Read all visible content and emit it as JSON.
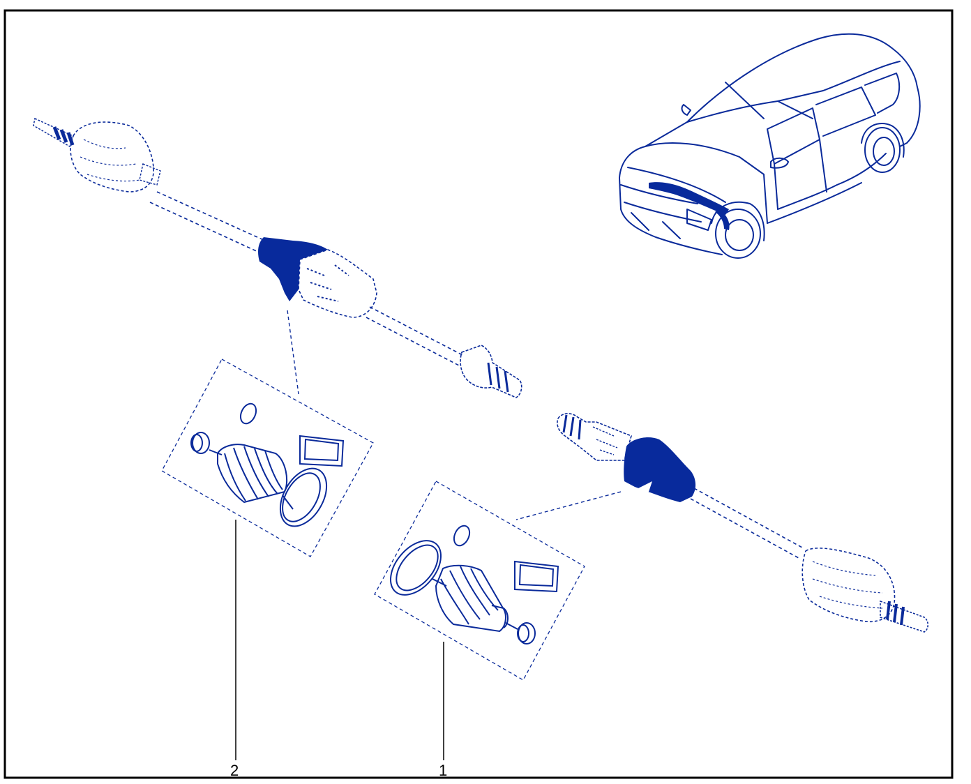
{
  "colors": {
    "ink": "#0a2a9a",
    "fill": "#082a9c",
    "frame": "#000000",
    "leader": "#000000"
  },
  "callouts": [
    {
      "id": "1",
      "label": "1"
    },
    {
      "id": "2",
      "label": "2"
    }
  ],
  "icons": [
    "car-illustration-icon",
    "drive-shaft-icon",
    "cv-boot-kit-icon"
  ]
}
